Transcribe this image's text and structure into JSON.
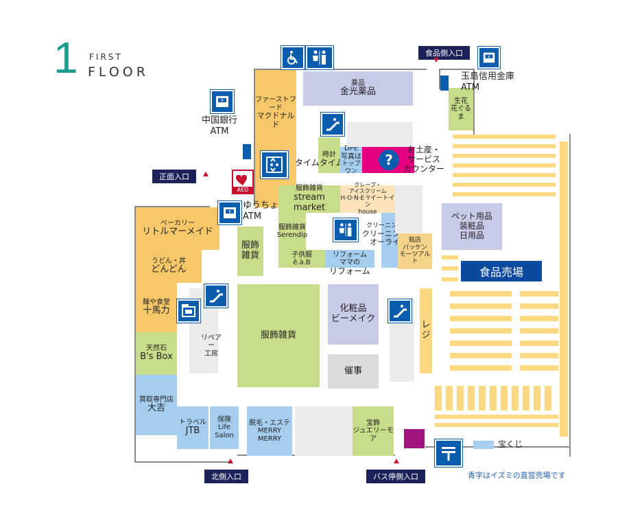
{
  "header": {
    "floor_number": "1",
    "floor_word_small": "FIRST",
    "floor_word_big": "FLOOR"
  },
  "entrances": {
    "food": "食品側入口",
    "front": "正面入口",
    "north": "北側入口",
    "bus": "バス停側入口"
  },
  "shops": {
    "fastfood_cat": "ファーストフード",
    "fastfood_name": "マクドナルド",
    "pharmacy_cat": "薬品",
    "pharmacy_name": "金光薬品",
    "flowers_line1": "生花",
    "flowers_line2": "花ぐるま",
    "clock_line1": "時計",
    "clock_line2": "タイムタイム",
    "dpe_line1": "DPE",
    "dpe_line2": "写真は",
    "dpe_line3": "トップワン",
    "service_line1": "お土産・",
    "service_line2": "サービス",
    "service_line3": "カウンター",
    "stream_cat": "服飾雑貨",
    "stream_line1": "stream",
    "stream_line2": "market",
    "crepe_cat1": "クレープ・",
    "crepe_cat2": "アイスクリーム",
    "crepe_line1": "H·O·N·E·Yイートイン",
    "crepe_line2": "house",
    "serendip_cat": "服飾雑貨",
    "serendip_name": "Serendip",
    "cleaning_cat": "クリーニング",
    "cleaning_name1": "クリーニング",
    "cleaning_name2": "オーライ",
    "sweets_line1": "銘店",
    "sweets_line2": "パッケン",
    "sweets_line3": "モーツアルト",
    "kids_cat": "子供服",
    "kids_name": "ê.à.B",
    "reform_cat": "リフォーム",
    "reform_line1": "ママの",
    "reform_line2": "リフォーム",
    "bakery_cat": "ベーカリー",
    "bakery_name": "リトルマーメイド",
    "udon_cat": "うどん・丼",
    "udon_name": "どんどん",
    "ramen_cat": "麺や食堂",
    "ramen_name": "十馬力",
    "stone_cat": "天然石",
    "stone_name": "B's Box",
    "buy_cat": "買取専門店",
    "buy_name": "大吉",
    "travel_cat": "トラベル",
    "travel_name": "JTB",
    "insurance_cat": "保険",
    "insurance_line1": "Life",
    "insurance_line2": "Salon",
    "beauty_cat": "脱毛・エステ",
    "beauty_name": "MERRY MERRY",
    "jewel_cat": "宝飾",
    "jewel_name": "ジュエリーモア",
    "fashion_small_line1": "服飾",
    "fashion_small_line2": "雑貨",
    "fashion_big": "服飾雑貨",
    "cosme_line1": "化粧品",
    "cosme_line2": "ビーメイク",
    "event": "催事",
    "repair_line1": "リペアー",
    "repair_line2": "工房",
    "pet_line1": "ペット用品",
    "pet_line2": "装粧品",
    "pet_line3": "日用品",
    "food_area": "食品売場",
    "register_line1": "レ",
    "register_line2": "ジ",
    "lottery": "宝くじ"
  },
  "atms": {
    "china_line1": "中国銀行",
    "china_line2": "ATM",
    "yucho_line1": "ゆうちょ",
    "yucho_line2": "ATM",
    "tamashima_line1": "玉島信用金庫",
    "tamashima_line2": "ATM"
  },
  "aed": "AED",
  "note": "青字はイズミの直営売場です",
  "colors": {
    "navy": "#1a2259",
    "teal": "#1a9b8e",
    "icon_blue": "#0a5cad",
    "note_blue": "#1a5fb4"
  }
}
